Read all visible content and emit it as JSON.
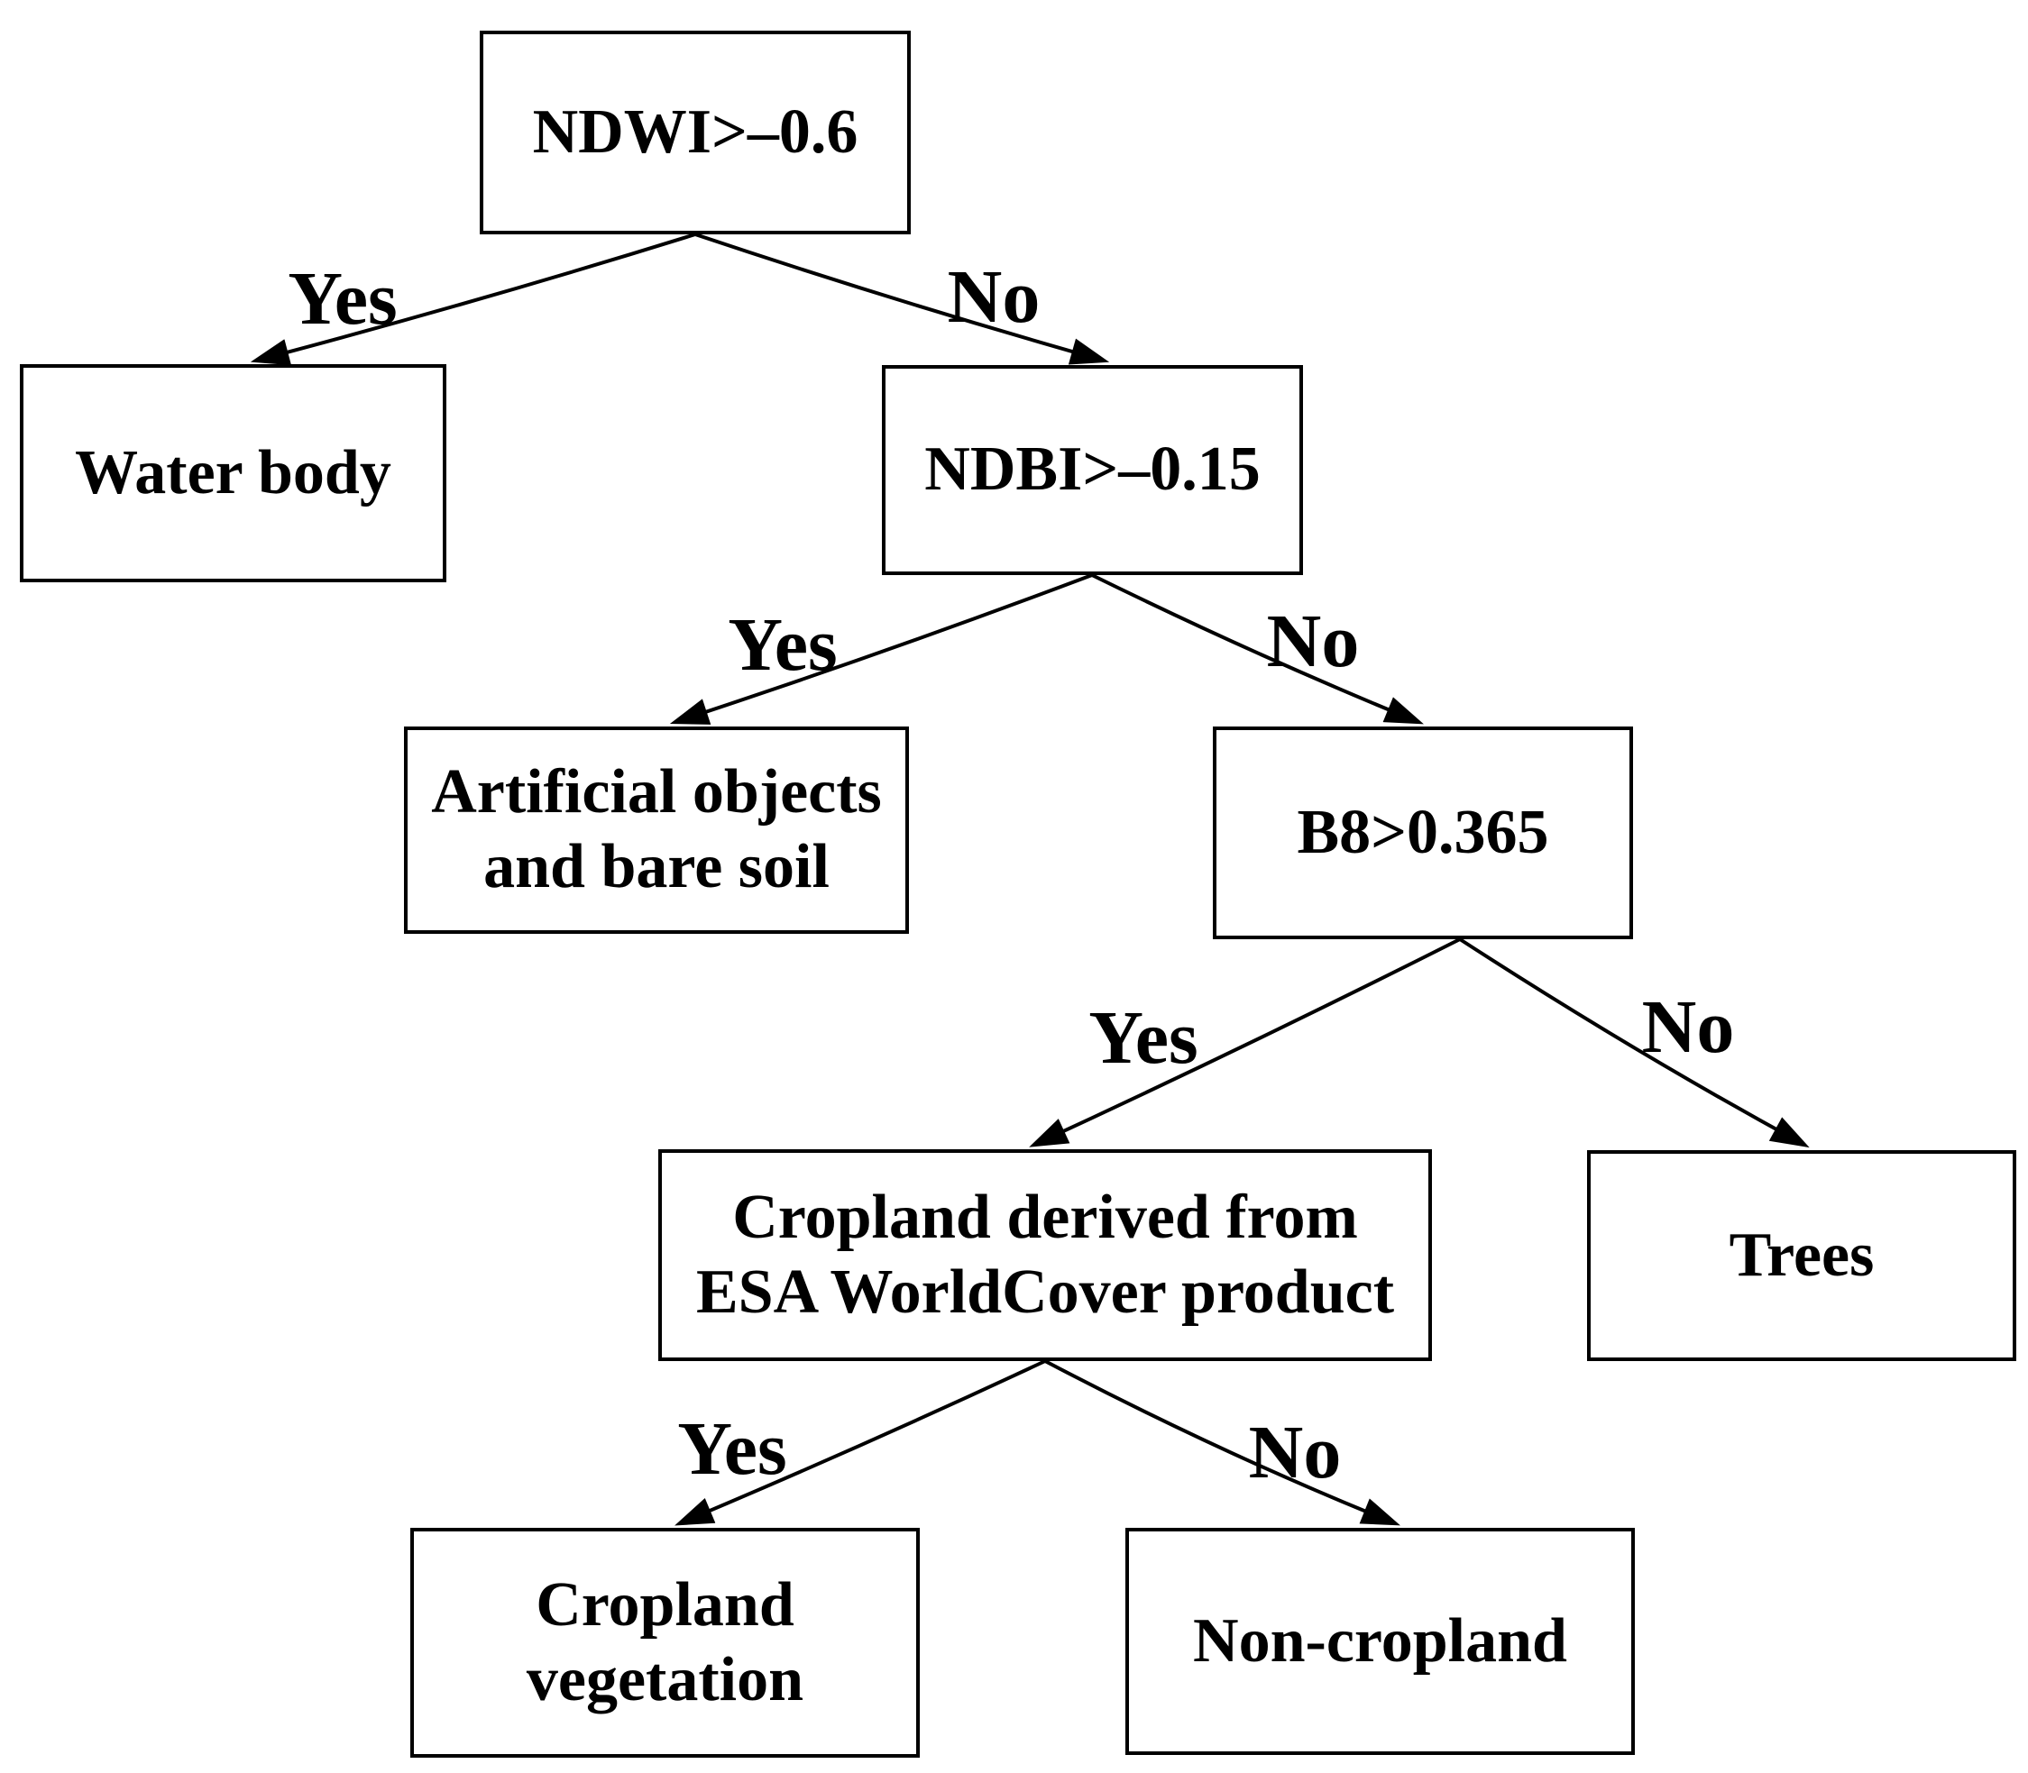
{
  "diagram": {
    "type": "decision-tree-flowchart",
    "colors": {
      "line": "#000000",
      "box_fill": "#ffffff",
      "text": "#000000",
      "background": "#ffffff"
    },
    "nodes": [
      {
        "id": "ndwi",
        "lines": [
          "NDWI>–0.6"
        ]
      },
      {
        "id": "water-body",
        "lines": [
          "Water body"
        ]
      },
      {
        "id": "ndbi",
        "lines": [
          "NDBI>–0.15"
        ]
      },
      {
        "id": "artificial-bare-soil",
        "lines": [
          "Artificial objects",
          "and bare soil"
        ]
      },
      {
        "id": "b8",
        "lines": [
          "B8>0.365"
        ]
      },
      {
        "id": "cropland-esa",
        "lines": [
          "Cropland derived from",
          "ESA WorldCover product"
        ]
      },
      {
        "id": "trees",
        "lines": [
          "Trees"
        ]
      },
      {
        "id": "cropland-vegetation",
        "lines": [
          "Cropland",
          "vegetation"
        ]
      },
      {
        "id": "non-cropland",
        "lines": [
          "Non-cropland"
        ]
      }
    ],
    "edges": [
      {
        "from": "ndwi",
        "to": "water-body",
        "label": "Yes"
      },
      {
        "from": "ndwi",
        "to": "ndbi",
        "label": "No"
      },
      {
        "from": "ndbi",
        "to": "artificial-bare-soil",
        "label": "Yes"
      },
      {
        "from": "ndbi",
        "to": "b8",
        "label": "No"
      },
      {
        "from": "b8",
        "to": "cropland-esa",
        "label": "Yes"
      },
      {
        "from": "b8",
        "to": "trees",
        "label": "No"
      },
      {
        "from": "cropland-esa",
        "to": "cropland-vegetation",
        "label": "Yes"
      },
      {
        "from": "cropland-esa",
        "to": "non-cropland",
        "label": "No"
      }
    ]
  }
}
